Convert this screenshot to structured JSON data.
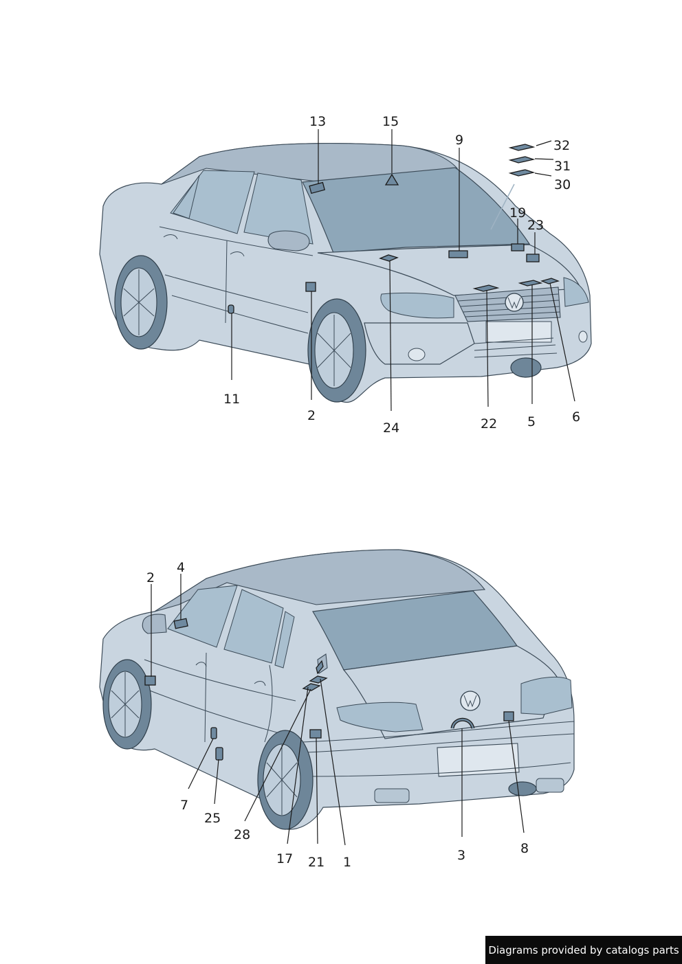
{
  "footer": {
    "text": "Diagrams provided by catalogs parts"
  },
  "front_view": {
    "callouts": [
      "13",
      "15",
      "9",
      "32",
      "31",
      "30",
      "19",
      "23",
      "11",
      "2",
      "24",
      "22",
      "5",
      "6"
    ]
  },
  "rear_view": {
    "callouts": [
      "2",
      "4",
      "7",
      "25",
      "28",
      "17",
      "21",
      "1",
      "3",
      "8"
    ]
  }
}
